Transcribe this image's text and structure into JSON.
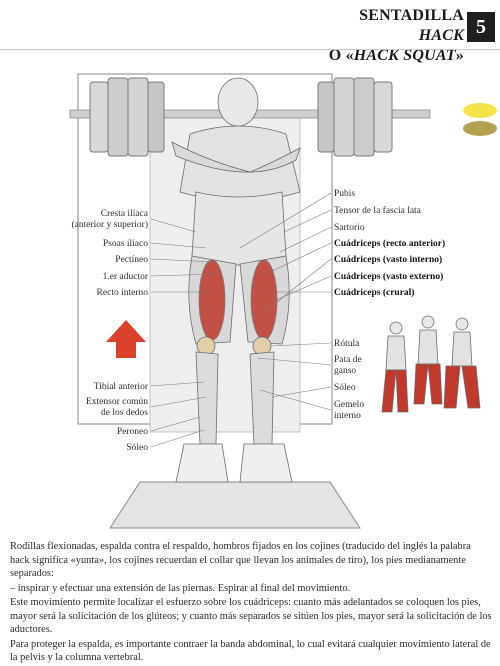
{
  "header": {
    "title_line1_a": "SENTADILLA ",
    "title_line1_b": "HACK",
    "title_line2_a": "O «",
    "title_line2_b": "HACK SQUAT",
    "title_line2_c": "»",
    "chapter": "5"
  },
  "labels_left": {
    "cresta1": "Cresta ilíaca",
    "cresta2": "(anterior y superior)",
    "psoas": "Psoas ilíaco",
    "pectineo": "Pectíneo",
    "aductor": "1.er aductor",
    "recto": "Recto interno",
    "tibial": "Tibial anterior",
    "extensor1": "Extensor común",
    "extensor2": "de los dedos",
    "peroneo": "Peroneo",
    "soleo": "Sóleo"
  },
  "labels_right": {
    "pubis": "Pubis",
    "tensor": "Tensor de la fascia lata",
    "sartorio": "Sartorio",
    "quad1": "Cuádriceps (recto anterior)",
    "quad2": "Cuádriceps (vasto interno)",
    "quad3": "Cuádriceps (vasto externo)",
    "quad4": "Cuádriceps (crural)",
    "rotula": "Rótula",
    "pata1": "Pata de",
    "pata2": "ganso",
    "soleo": "Sóleo",
    "gemelo1": "Gemelo",
    "gemelo2": "interno"
  },
  "body": {
    "p1": "Rodillas flexionadas, espalda contra el respaldo, hombros fijados en los cojines (traducido del inglés la palabra hack significa «yunta», los cojines recuerdan el collar que llevan los animales de tiro), los pies medianamente separados:",
    "p2": "– inspirar y efectuar una extensión de las piernas. Espirar al final del movimiento.",
    "p3": "Este movimiento permite localizar el esfuerzo sobre los cuádriceps: cuanto más adelantados se coloquen los pies, mayor será la solicitación de los glúteos; y cuanto más separados se sitúen los pies, mayor será la solicitación de los aductores.",
    "p4": "Para proteger la espalda, es importante contraer la banda abdominal, lo cual evitará cualquier movimiento lateral de la pelvis y la columna vertebral."
  },
  "colors": {
    "muscle_red": "#c0392b",
    "arrow_red": "#d9412b",
    "chapter_box": "#1f1f1f",
    "dot_yellow": "#f5e24a",
    "dot_olive": "#b3a050"
  }
}
